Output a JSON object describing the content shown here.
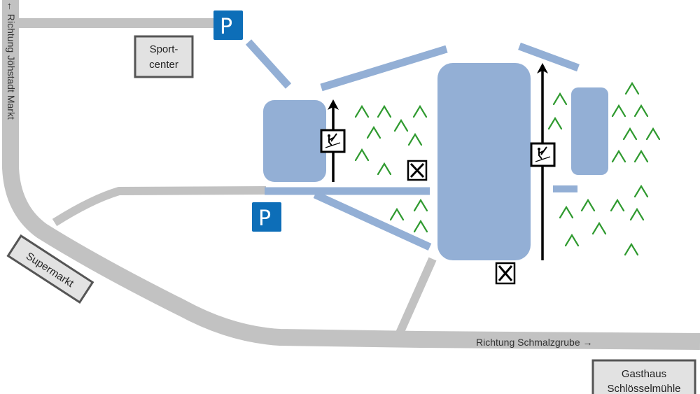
{
  "map": {
    "colors": {
      "road": "#c2c2c2",
      "slope": "#93afd5",
      "tree": "#2f9a2f",
      "parking": "#0d6eb8",
      "label_box": "#e2e2e2"
    },
    "labels": {
      "sportcenter_line1": "Sport-",
      "sportcenter_line2": "center",
      "supermarkt": "Supermarkt",
      "gasthaus_line1": "Gasthaus",
      "gasthaus_line2": "Schlösselmühle"
    },
    "roads": {
      "left_direction": "← Richtung Jöhstadt Markt",
      "bottom_direction": "Richtung Schmalzgrube →"
    },
    "parking": {
      "symbol": "P",
      "count": 2
    },
    "icons": {
      "ski_lift": "ski-lift-icon",
      "restaurant": "restaurant-icon",
      "tree": "tree-icon",
      "parking": "parking-icon"
    }
  }
}
